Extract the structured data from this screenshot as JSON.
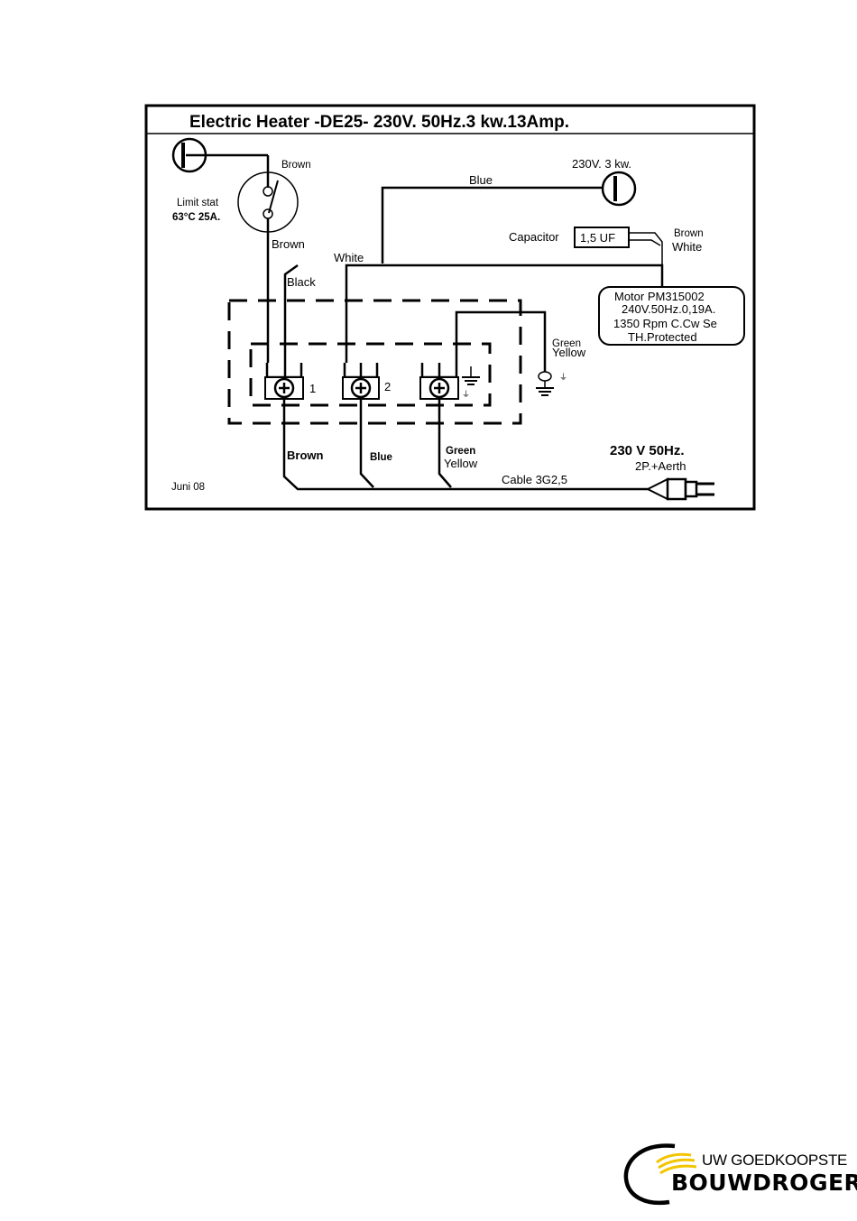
{
  "diagram": {
    "title": "Electric Heater  -DE25-   230V. 50Hz.3 kw.13Amp.",
    "limit_stat": {
      "line1": "Limit stat",
      "line2": "63°C 25A."
    },
    "supply_label": "230V. 3 kw.",
    "capacitor": {
      "label": "Capacitor",
      "value": "1,5 UF"
    },
    "motor": {
      "line1": "Motor  PM315002",
      "line2": "240V.50Hz.0,19A.",
      "line3": "1350 Rpm  C.Cw Se",
      "line4": "TH.Protected"
    },
    "terminals": {
      "t1": "1",
      "t2": "2"
    },
    "wires": {
      "brown_top": "Brown",
      "brown_mid": "Brown",
      "blue_top": "Blue",
      "white": "White",
      "black": "Black",
      "cap_brown": "Brown",
      "cap_white": "White",
      "green_yellow_right_1": "Green",
      "green_yellow_right_2": "Yellow",
      "brown_bottom": "Brown",
      "blue_bottom": "Blue",
      "green_bottom": "Green",
      "yellow_bottom": "Yellow"
    },
    "power": {
      "line1": "230 V  50Hz.",
      "line2": "2P.+Aerth"
    },
    "cable": "Cable 3G2,5",
    "date": "Juni 08"
  },
  "logo": {
    "line1": "UW GOEDKOOPSTE",
    "line2": "BOUWDROGER",
    "accent_color": "#f2c500"
  }
}
